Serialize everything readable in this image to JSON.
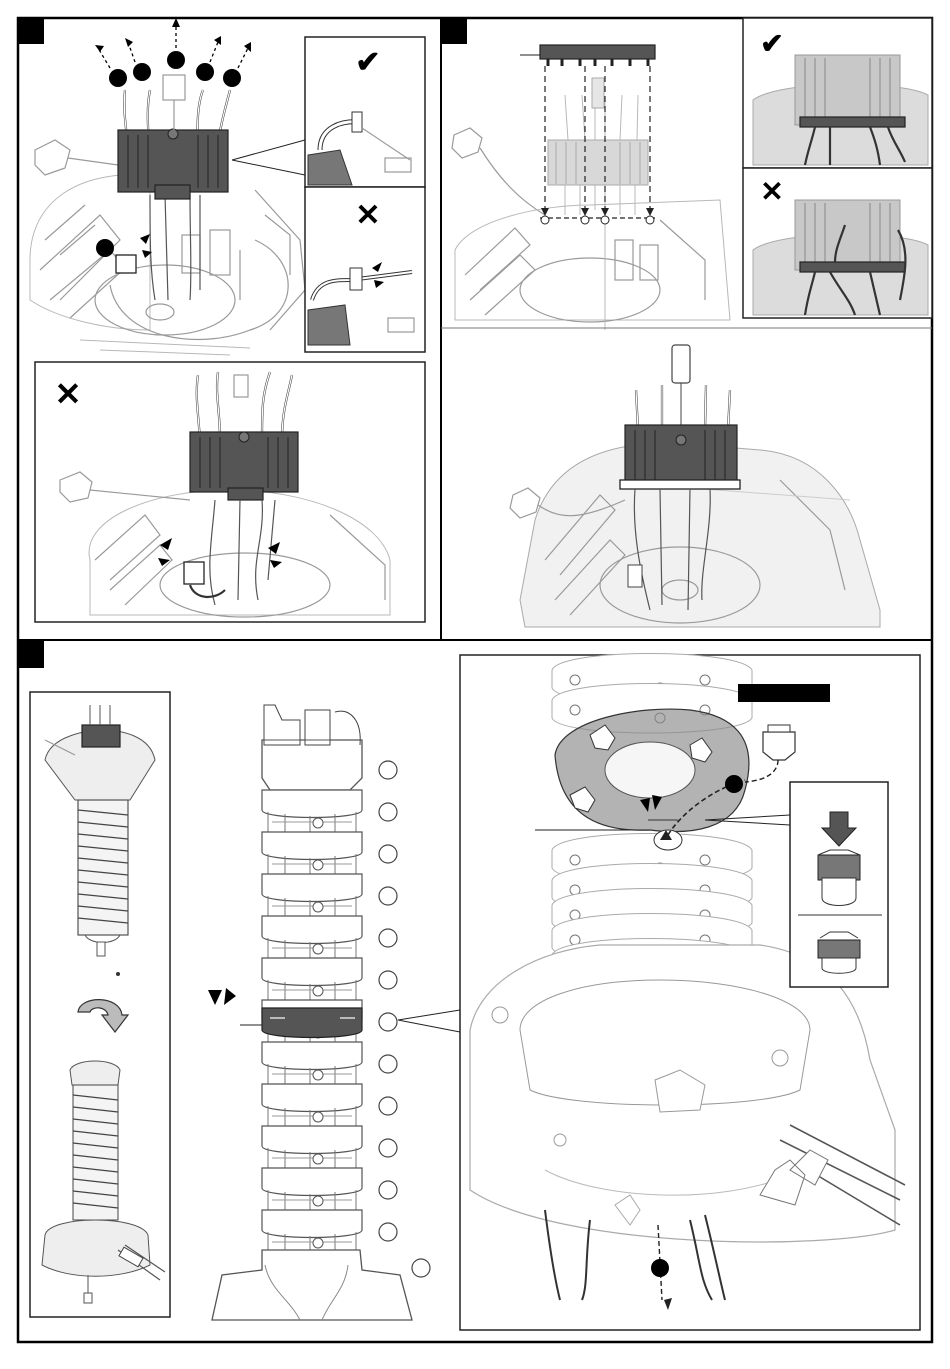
{
  "steps": [
    {
      "id": "step-1",
      "number": ""
    },
    {
      "id": "step-2",
      "number": ""
    },
    {
      "id": "step-3",
      "number": ""
    }
  ],
  "callouts": {
    "correct_symbol": "✔",
    "wrong_symbol": "✕"
  },
  "label_bar_text": "",
  "colors": {
    "frame": "#000000",
    "highlight_part": "#555555",
    "ghost_part": "#bdbdbd",
    "line_art": "#9a9a9a"
  },
  "icons": [
    "checkmark-icon",
    "cross-icon",
    "rotate-arrow-icon",
    "down-arrow-icon",
    "attention-marks-icon"
  ]
}
